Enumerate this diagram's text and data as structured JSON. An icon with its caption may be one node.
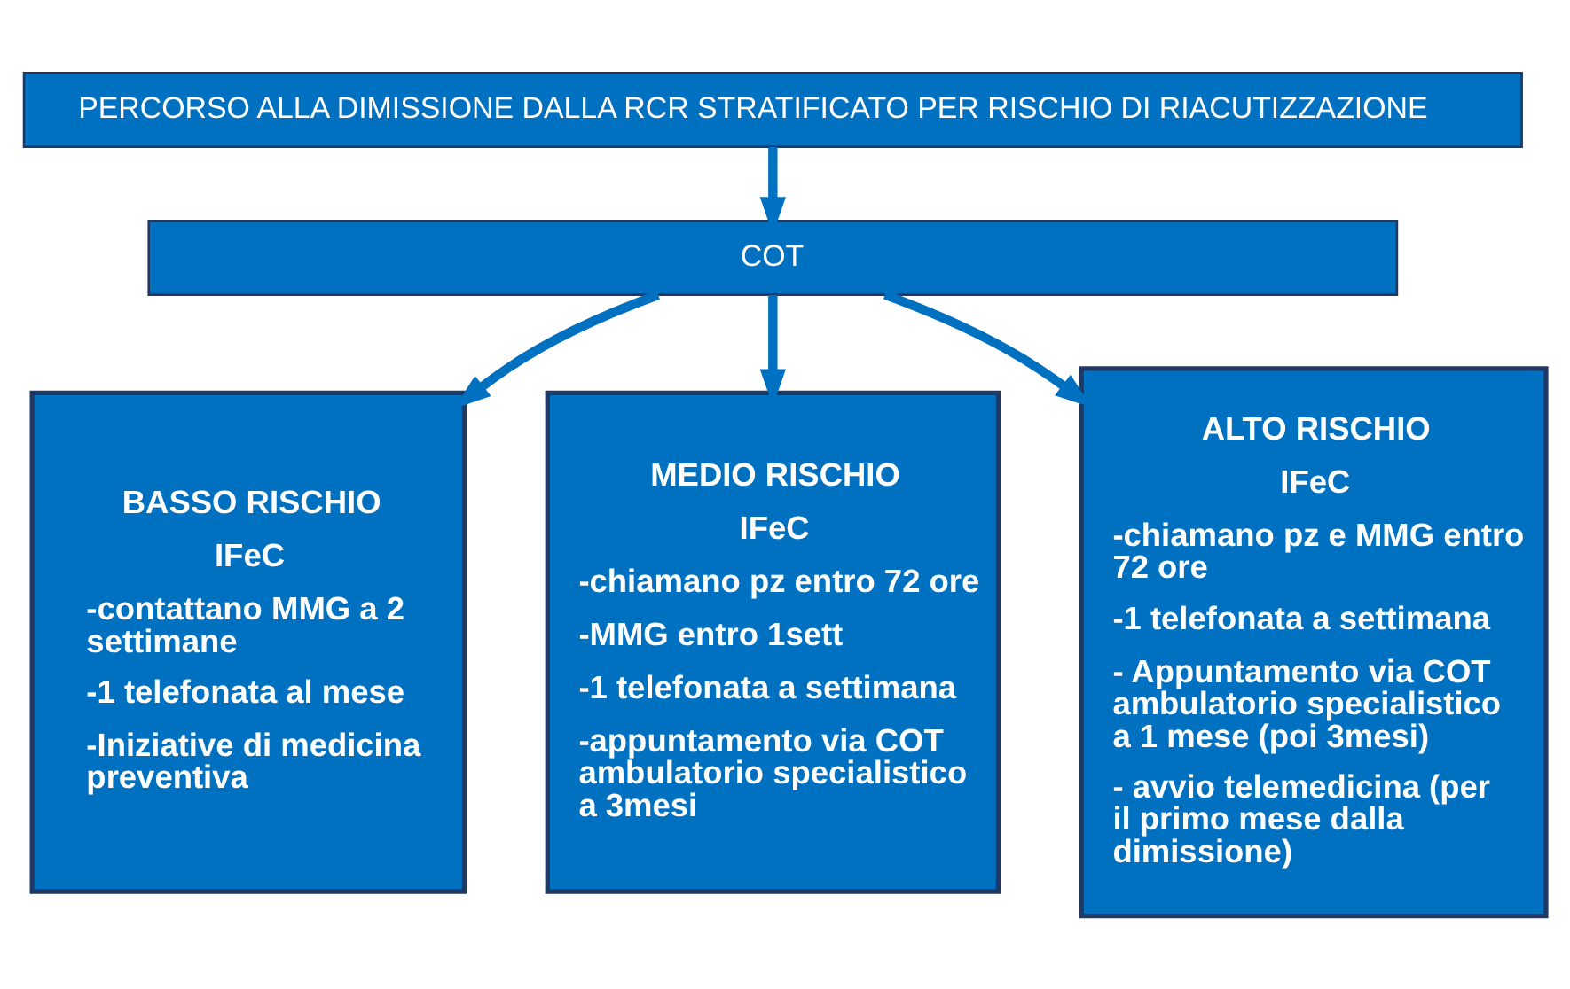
{
  "diagram": {
    "nodes": [
      {
        "text": [
          "PERCORSO ALLA DIMISSIONE DALLA RCR STRATIFICATO PER RISCHIO DI RIACUTIZZAZIONE"
        ]
      },
      {
        "text": [
          "COT"
        ]
      },
      {
        "text": [
          "BASSO RISCHIO",
          "IFeC",
          "-contattano MMG a 2 settimane",
          "-1 telefonata al mese",
          "-Iniziative di medicina preventiva"
        ]
      },
      {
        "text": [
          "MEDIO RISCHIO",
          "IFeC",
          "-chiamano pz entro 72 ore",
          "-MMG entro 1sett",
          "-1 telefonata a settimana",
          "-appuntamento via COT ambulatorio specialistico a 3mesi"
        ]
      },
      {
        "text": [
          "ALTO RISCHIO",
          "IFeC",
          "-chiamano pz e MMG entro 72 ore",
          "-1 telefonata a settimana",
          "- Appuntamento via COT ambulatorio specialistico a 1 mese (poi 3mesi)",
          "- avvio telemedicina (per il primo mese dalla dimissione)"
        ]
      }
    ],
    "edges": [
      {
        "from": 0,
        "to": 1,
        "arrow": "to"
      },
      {
        "from": 1,
        "to": 2,
        "arrow": "to"
      },
      {
        "from": 1,
        "to": 3,
        "arrow": "to"
      },
      {
        "from": 1,
        "to": 4,
        "arrow": "to"
      }
    ]
  }
}
